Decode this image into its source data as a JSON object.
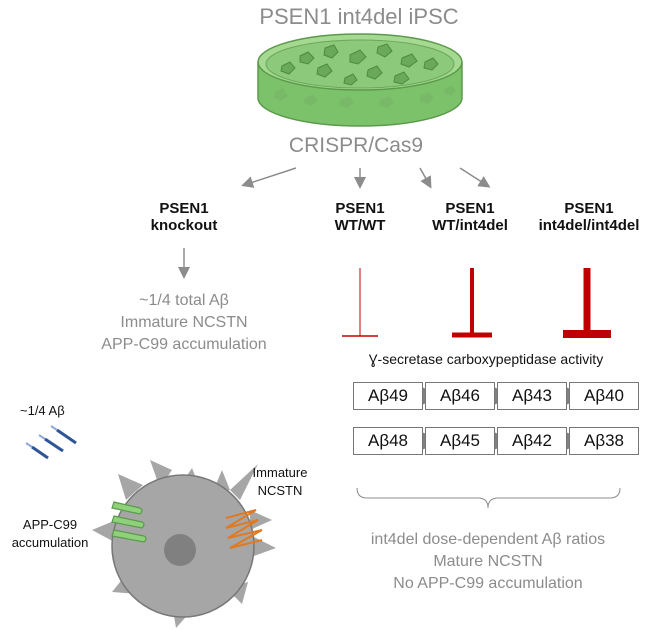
{
  "title": "PSEN1 int4del iPSC",
  "crispr_label": "CRISPR/Cas9",
  "lines": [
    {
      "name": "PSEN1",
      "genotype": "knockout"
    },
    {
      "name": "PSEN1",
      "genotype": "WT/WT"
    },
    {
      "name": "PSEN1",
      "genotype": "WT/int4del"
    },
    {
      "name": "PSEN1",
      "genotype": "int4del/int4del"
    }
  ],
  "knockout_effects": [
    "~1/4 total Aβ",
    "Immature NCSTN",
    "APP-C99 accumulation"
  ],
  "activity_label": "Ɣ-secretase carboxypeptidase activity",
  "pathway_row1": [
    "Aβ49",
    "Aβ46",
    "Aβ43",
    "Aβ40"
  ],
  "pathway_row2": [
    "Aβ48",
    "Aβ45",
    "Aβ42",
    "Aβ38"
  ],
  "int4del_effects": [
    "int4del dose-dependent Aβ ratios",
    "Mature NCSTN",
    "No APP-C99 accumulation"
  ],
  "cell_labels": {
    "abeta": "~1/4 Aβ",
    "app_c99_line1": "APP-C99",
    "app_c99_line2": "accumulation",
    "ncstn_line1": "Immature",
    "ncstn_line2": "NCSTN"
  },
  "colors": {
    "inhibition_red": "#c00000",
    "dish_green": "#8cc97a",
    "arrow_gray": "#8c8c8c",
    "cell_gray": "#a6a6a6",
    "ncstn_orange": "#e07a20",
    "abeta_blue": "#2f5597"
  }
}
